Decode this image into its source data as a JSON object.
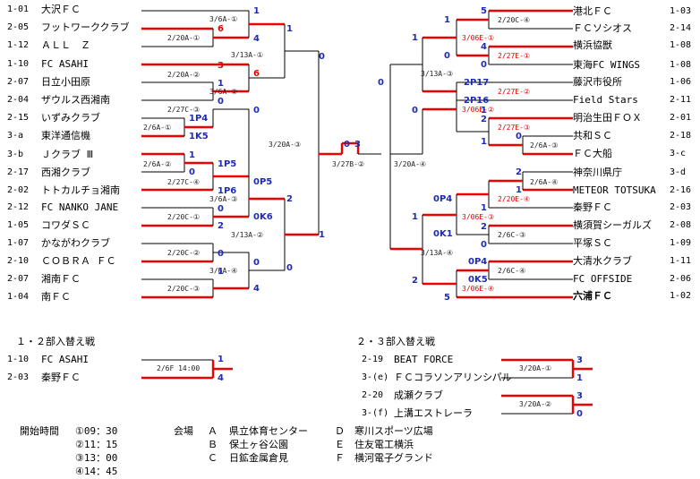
{
  "colors": {
    "line": "#000000",
    "advance": "#ee0000",
    "score": "#1f2bb0",
    "red_text": "#e00000"
  },
  "left_teams": [
    {
      "code": "1-01",
      "name": "大沢ＦＣ"
    },
    {
      "code": "2-05",
      "name": "フットワーククラブ"
    },
    {
      "code": "1-12",
      "name": "ＡＬＬ　Ｚ"
    },
    {
      "code": "1-10",
      "name": "FC ASAHI"
    },
    {
      "code": "2-07",
      "name": "日立小田原"
    },
    {
      "code": "2-04",
      "name": "ザウルス西湘南"
    },
    {
      "code": "2-15",
      "name": "いずみクラブ"
    },
    {
      "code": "3-a",
      "name": "東洋通信機"
    },
    {
      "code": "3-b",
      "name": "Ｊクラブ Ⅲ"
    },
    {
      "code": "2-17",
      "name": "西湘クラブ"
    },
    {
      "code": "2-02",
      "name": "トトカルチョ湘南"
    },
    {
      "code": "2-12",
      "name": "FC NANKO JANE"
    },
    {
      "code": "1-05",
      "name": "コワダＳＣ"
    },
    {
      "code": "1-07",
      "name": "かながわクラブ"
    },
    {
      "code": "2-10",
      "name": "ＣＯＢＲＡ ＦＣ"
    },
    {
      "code": "2-07",
      "name": "湘南ＦＣ"
    },
    {
      "code": "1-04",
      "name": "南ＦＣ"
    }
  ],
  "right_teams": [
    {
      "code": "1-03",
      "name": "港北ＦＣ"
    },
    {
      "code": "2-14",
      "name": "ＦＣソシオス"
    },
    {
      "code": "1-08",
      "name": "横浜協獣"
    },
    {
      "code": "1-08",
      "name": "東海FC WINGS"
    },
    {
      "code": "1-06",
      "name": "藤沢市役所"
    },
    {
      "code": "2-11",
      "name": "Field Stars"
    },
    {
      "code": "2-01",
      "name": "明治生田ＦＯＸ"
    },
    {
      "code": "2-18",
      "name": "共和ＳＣ"
    },
    {
      "code": "3-c",
      "name": "ＦＣ大船"
    },
    {
      "code": "3-d",
      "name": "神奈川県庁"
    },
    {
      "code": "2-16",
      "name": "METEOR TOTSUKA"
    },
    {
      "code": "2-03",
      "name": "秦野ＦＣ"
    },
    {
      "code": "2-08",
      "name": "横須賀シーガルズ"
    },
    {
      "code": "1-09",
      "name": "平塚ＳＣ"
    },
    {
      "code": "1-11",
      "name": "大清水クラブ"
    },
    {
      "code": "2-06",
      "name": "FC OFFSIDE"
    },
    {
      "code": "1-02",
      "name": "六浦ＦＣ"
    }
  ],
  "match_labels": [
    {
      "id": "l1",
      "text": "3/6A-①",
      "red": false
    },
    {
      "id": "l2",
      "text": "2/20A-①",
      "red": false
    },
    {
      "id": "l3",
      "text": "3/13A-①",
      "red": false
    },
    {
      "id": "l4",
      "text": "2/20A-②",
      "red": false
    },
    {
      "id": "l5",
      "text": "3/6A-②",
      "red": false
    },
    {
      "id": "l6",
      "text": "2/27C-③",
      "red": false
    },
    {
      "id": "l7",
      "text": "2/6A-①",
      "red": false
    },
    {
      "id": "l8",
      "text": "2/6A-②",
      "red": false
    },
    {
      "id": "l9",
      "text": "2/27C-④",
      "red": false
    },
    {
      "id": "l10",
      "text": "3/6A-③",
      "red": false
    },
    {
      "id": "l11",
      "text": "2/20C-①",
      "red": false
    },
    {
      "id": "l12",
      "text": "3/13A-②",
      "red": false
    },
    {
      "id": "l13",
      "text": "2/20C-②",
      "red": false
    },
    {
      "id": "l14",
      "text": "3/6A-④",
      "red": false
    },
    {
      "id": "l15",
      "text": "2/20C-③",
      "red": false
    },
    {
      "id": "l16",
      "text": "3/20A-③",
      "red": false
    },
    {
      "id": "l17",
      "text": "3/27B-②",
      "red": false
    },
    {
      "id": "l18",
      "text": "3/20A-④",
      "red": false
    },
    {
      "id": "r1",
      "text": "2/20C-④",
      "red": false
    },
    {
      "id": "r2",
      "text": "3/06E-①",
      "red": true
    },
    {
      "id": "r3",
      "text": "2/27E-①",
      "red": true
    },
    {
      "id": "r4",
      "text": "3/13A-③",
      "red": false
    },
    {
      "id": "r5",
      "text": "2/27E-②",
      "red": true
    },
    {
      "id": "r6",
      "text": "3/06E-②",
      "red": true
    },
    {
      "id": "r7",
      "text": "2/27E-③",
      "red": true
    },
    {
      "id": "r8",
      "text": "2/6A-③",
      "red": false
    },
    {
      "id": "r9",
      "text": "2/6A-④",
      "red": false
    },
    {
      "id": "r10",
      "text": "2/20E-④",
      "red": true
    },
    {
      "id": "r11",
      "text": "3/06E-③",
      "red": true
    },
    {
      "id": "r12",
      "text": "2/6C-③",
      "red": false
    },
    {
      "id": "r13",
      "text": "3/13A-④",
      "red": false
    },
    {
      "id": "r14",
      "text": "2/6C-④",
      "red": false
    },
    {
      "id": "r15",
      "text": "3/06E-④",
      "red": true
    }
  ],
  "scores": [
    {
      "id": "a1",
      "text": "1"
    },
    {
      "id": "a2",
      "text": "6"
    },
    {
      "id": "a3",
      "text": "4"
    },
    {
      "id": "a4",
      "text": "1"
    },
    {
      "id": "a5",
      "text": "3"
    },
    {
      "id": "a6",
      "text": "6"
    },
    {
      "id": "a7",
      "text": "0"
    },
    {
      "id": "a8",
      "text": "1"
    },
    {
      "id": "a9",
      "text": "0"
    },
    {
      "id": "a10",
      "text": "1P4"
    },
    {
      "id": "a11",
      "text": "1K5"
    },
    {
      "id": "a12",
      "text": "0"
    },
    {
      "id": "a13",
      "text": "1"
    },
    {
      "id": "a14",
      "text": "0"
    },
    {
      "id": "a15",
      "text": "1P5"
    },
    {
      "id": "a16",
      "text": "1P6"
    },
    {
      "id": "a17",
      "text": "0P5"
    },
    {
      "id": "a18",
      "text": "0K6"
    },
    {
      "id": "a19",
      "text": "2"
    },
    {
      "id": "a20",
      "text": "0"
    },
    {
      "id": "a21",
      "text": "2"
    },
    {
      "id": "a22",
      "text": "1"
    },
    {
      "id": "a23",
      "text": "0"
    },
    {
      "id": "a24",
      "text": "1"
    },
    {
      "id": "a25",
      "text": "0"
    },
    {
      "id": "a26",
      "text": "0"
    },
    {
      "id": "a27",
      "text": "4"
    },
    {
      "id": "f1",
      "text": "0"
    },
    {
      "id": "f2",
      "text": "3"
    },
    {
      "id": "b1",
      "text": "5"
    },
    {
      "id": "b2",
      "text": "1"
    },
    {
      "id": "b3",
      "text": "4"
    },
    {
      "id": "b4",
      "text": "0"
    },
    {
      "id": "b5",
      "text": "1"
    },
    {
      "id": "b6",
      "text": "0"
    },
    {
      "id": "b7",
      "text": "0"
    },
    {
      "id": "b8",
      "text": "2P17"
    },
    {
      "id": "b9",
      "text": "2P16"
    },
    {
      "id": "b10",
      "text": "0"
    },
    {
      "id": "b11",
      "text": "1"
    },
    {
      "id": "b12",
      "text": "2"
    },
    {
      "id": "b13",
      "text": "0"
    },
    {
      "id": "b14",
      "text": "1"
    },
    {
      "id": "b15",
      "text": "2"
    },
    {
      "id": "b16",
      "text": "1"
    },
    {
      "id": "b17",
      "text": "0P4"
    },
    {
      "id": "b18",
      "text": "0K1"
    },
    {
      "id": "b19",
      "text": "1"
    },
    {
      "id": "b20",
      "text": "2"
    },
    {
      "id": "b21",
      "text": "0"
    },
    {
      "id": "b22",
      "text": "1"
    },
    {
      "id": "b23",
      "text": "0P4"
    },
    {
      "id": "b24",
      "text": "0K5"
    },
    {
      "id": "b25",
      "text": "2"
    },
    {
      "id": "b26",
      "text": "5"
    }
  ],
  "promotion_12": {
    "title": "１・２部入替え戦",
    "teams": [
      {
        "code": "1-10",
        "name": "FC ASAHI"
      },
      {
        "code": "2-03",
        "name": "秦野ＦＣ"
      }
    ],
    "match": "2/6F 14:00",
    "scores": [
      "1",
      "4"
    ]
  },
  "promotion_23": {
    "title": "２・３部入替え戦",
    "teams": [
      {
        "code": "2-19",
        "name": "BEAT FORCE"
      },
      {
        "code": "3-(e)",
        "name": "ＦＣコラソンアリンシパル"
      },
      {
        "code": "2-20",
        "name": "成瀬クラブ"
      },
      {
        "code": "3-(f)",
        "name": "上溝エストレーラ"
      }
    ],
    "matches": [
      "3/20A-①",
      "3/20A-②"
    ],
    "scores": [
      "3",
      "1",
      "3",
      "0"
    ]
  },
  "footer": {
    "time_label": "開始時間",
    "times": [
      "①09：30",
      "②11：15",
      "③13：00",
      "④14：45"
    ],
    "venue_label": "会場",
    "venues": [
      {
        "letter": "Ａ",
        "name": "県立体育センター"
      },
      {
        "letter": "Ｂ",
        "name": "保土ヶ谷公園"
      },
      {
        "letter": "Ｃ",
        "name": "日鉱金属倉見"
      },
      {
        "letter": "Ｄ",
        "name": "寒川スポーツ広場"
      },
      {
        "letter": "Ｅ",
        "name": "住友電工横浜"
      },
      {
        "letter": "Ｆ",
        "name": "横河電子グランド"
      }
    ]
  }
}
